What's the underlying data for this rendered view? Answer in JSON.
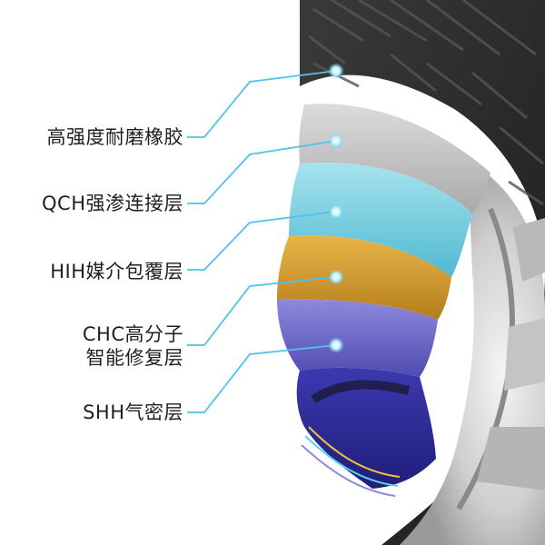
{
  "layers": [
    {
      "lines": [
        "高强度耐磨橡胶"
      ]
    },
    {
      "lines": [
        "QCH强渗连接层"
      ]
    },
    {
      "lines": [
        "HIH媒介包覆层"
      ]
    },
    {
      "lines": [
        "CHC高分子",
        "智能修复层"
      ]
    },
    {
      "lines": [
        "SHH气密层"
      ]
    }
  ],
  "colors": {
    "tread": "#2b2b2b",
    "rubber_layer": "#c4c4c4",
    "qch_layer": "#79cfe0",
    "hih_layer": "#d29a2f",
    "chc_layer": "#6f6bc9",
    "shh_layer": "#2d2c9c",
    "callout_line": "#4fc3e8"
  }
}
